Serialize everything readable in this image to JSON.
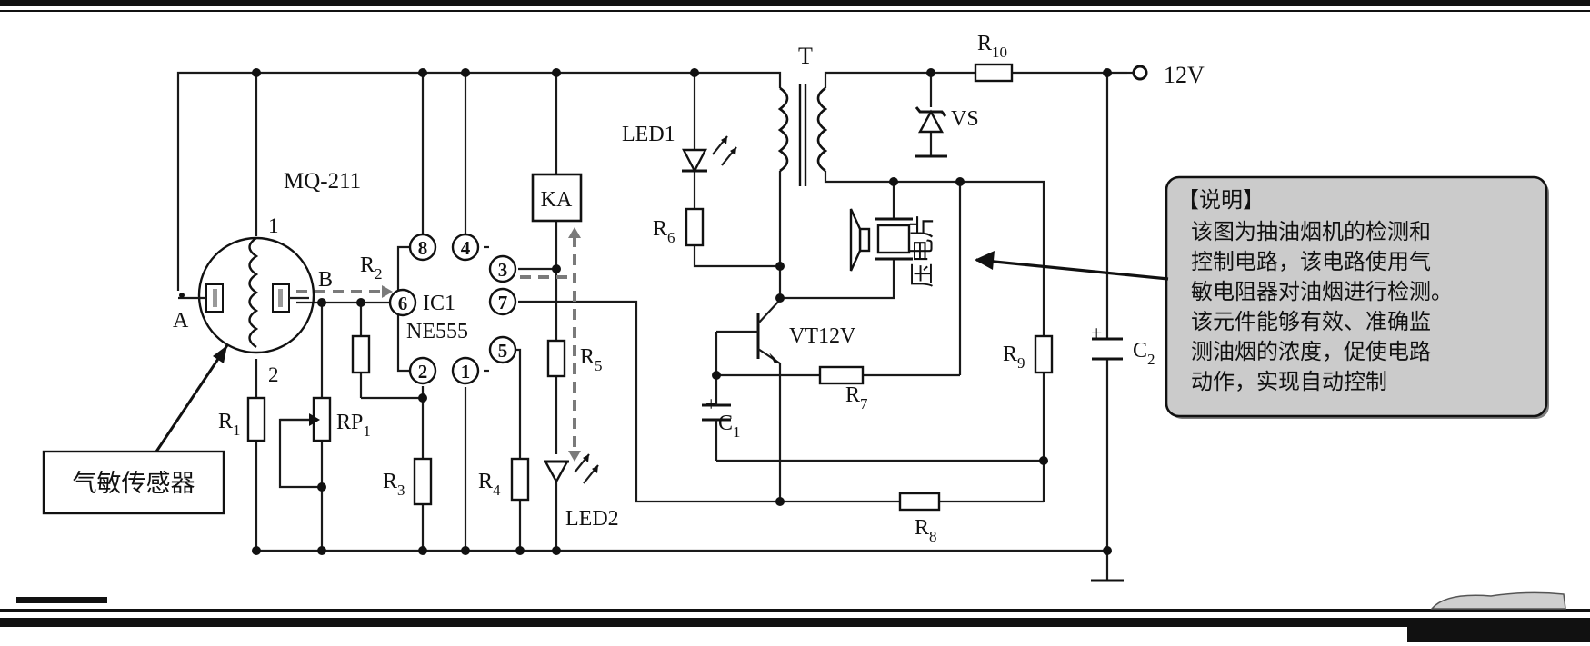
{
  "sensor": {
    "model": "MQ-211",
    "node_a": "A",
    "node_b": "B",
    "pin_1": "1",
    "pin_2": "2",
    "callout": "气敏传感器"
  },
  "ic": {
    "name": "IC1",
    "part": "NE555",
    "pins": [
      "8",
      "4",
      "3",
      "6",
      "7",
      "5",
      "2",
      "1"
    ]
  },
  "components": {
    "r1": "R",
    "r1_sub": "1",
    "r2": "R",
    "r2_sub": "2",
    "rp1": "RP",
    "rp1_sub": "1",
    "r3": "R",
    "r3_sub": "3",
    "r4": "R",
    "r4_sub": "4",
    "r5": "R",
    "r5_sub": "5",
    "r6": "R",
    "r6_sub": "6",
    "r7": "R",
    "r7_sub": "7",
    "r8": "R",
    "r8_sub": "8",
    "r9": "R",
    "r9_sub": "9",
    "r10": "R",
    "r10_sub": "10",
    "c1": "C",
    "c1_sub": "1",
    "c2": "C",
    "c2_sub": "2",
    "relay": "KA",
    "led1": "LED1",
    "led2": "LED2",
    "transformer": "T",
    "zener": "VS",
    "transistor": "VT12V",
    "piezo": "压电片",
    "supply": "12V",
    "cap_plus": "+"
  },
  "note": {
    "title": "【说明】",
    "lines": [
      "该图为抽油烟机的检测和",
      "控制电路，该电路使用气",
      "敏电阻器对油烟进行检测。",
      "该元件能够有效、准确监",
      "测油烟的浓度，促使电路",
      "动作，实现自动控制"
    ]
  }
}
